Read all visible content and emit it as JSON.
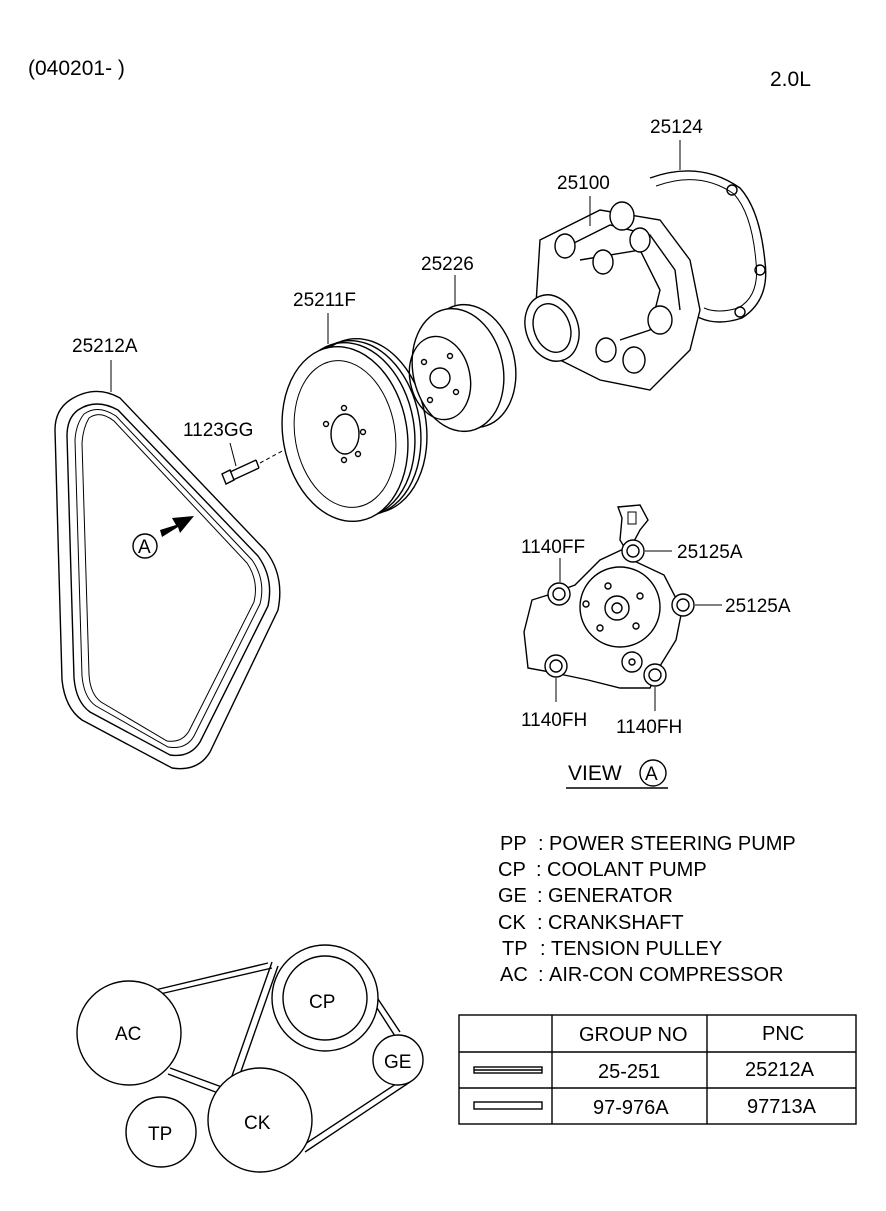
{
  "header": {
    "code": "(040201- )",
    "engine": "2.0L"
  },
  "parts": {
    "belt": "25212A",
    "bolt": "1123GG",
    "crank_pulley": "25211F",
    "pump_pulley": "25226",
    "water_pump": "25100",
    "gasket": "25124"
  },
  "view_a": {
    "title": "VIEW",
    "marker": "A",
    "arrow_marker": "A",
    "labels": {
      "top_left": "1140FF",
      "top_right": "25125A",
      "right": "25125A",
      "bottom_left": "1140FH",
      "bottom_right": "1140FH"
    }
  },
  "legend": [
    {
      "code": "PP",
      "sep": ":",
      "text": "POWER STEERING PUMP"
    },
    {
      "code": "CP",
      "sep": ":",
      "text": "COOLANT PUMP"
    },
    {
      "code": "GE",
      "sep": ":",
      "text": "GENERATOR"
    },
    {
      "code": "CK",
      "sep": ":",
      "text": "CRANKSHAFT"
    },
    {
      "code": "TP",
      "sep": ":",
      "text": "TENSION PULLEY"
    },
    {
      "code": "AC",
      "sep": ":",
      "text": "AIR-CON COMPRESSOR"
    }
  ],
  "routing": {
    "ac": "AC",
    "cp": "CP",
    "ge": "GE",
    "ck": "CK",
    "tp": "TP"
  },
  "table": {
    "headers": [
      "",
      "GROUP NO",
      "PNC"
    ],
    "rows": [
      {
        "belt_style": "double",
        "group_no": "25-251",
        "pnc": "25212A"
      },
      {
        "belt_style": "single",
        "group_no": "97-976A",
        "pnc": "97713A"
      }
    ]
  }
}
